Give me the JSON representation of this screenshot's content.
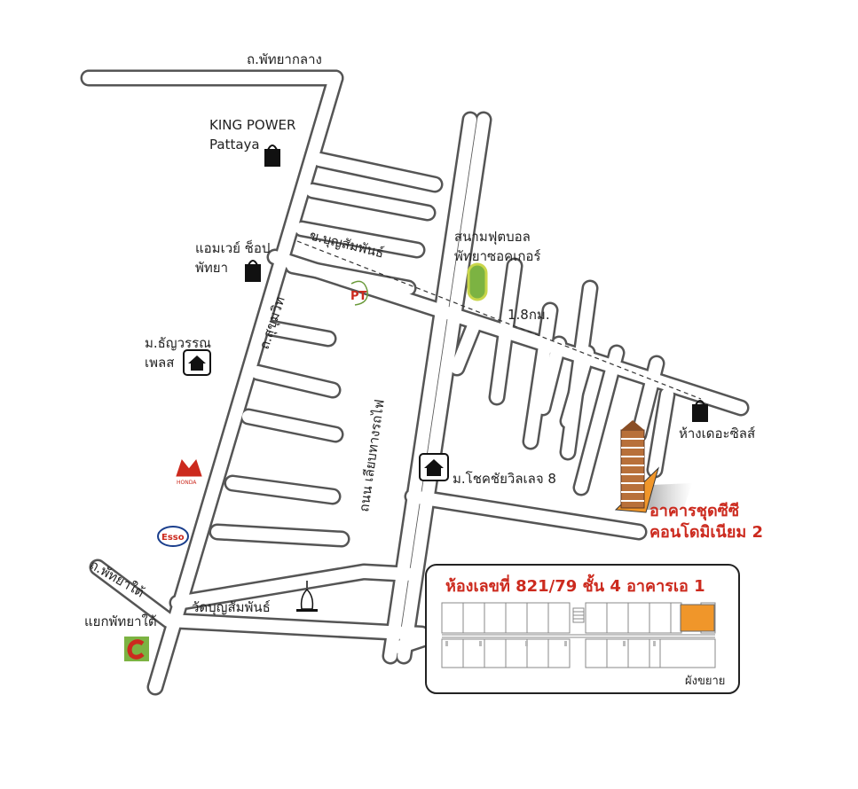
{
  "roads": {
    "pattaya_klang": "ถ.พัทยากลาง",
    "sukhumvit": "ถ.สุขุมวิท",
    "boonsamphan_soi": "ข.บุญสัมพันธ์",
    "railway": "ถนน เลียบทางรถไฟ",
    "pattaya_tai": "ถ.พัทยาใต้"
  },
  "landmarks": {
    "king_power_line1": "KING POWER",
    "king_power_line2": "Pattaya",
    "amway_line1": "แอมเวย์ ช็อป",
    "amway_line2": "พัทยา",
    "thanwarin_line1": "ม.ธัญวรรณ",
    "thanwarin_line2": "เพลส",
    "stadium_line1": "สนามฟุตบอล",
    "stadium_line2": "พัทยาซอคเกอร์",
    "distance": "1.8กม.",
    "the_sills": "ห้างเดอะซิลส์",
    "chokchai": "ม.โชคชัยวิลเลจ 8",
    "temple": "วัดบุญสัมพันธ์",
    "intersection": "แยกพัทยาใต้",
    "condo_line1": "อาคารชุดซีซี",
    "condo_line2": "คอนโดมิเนียม 2"
  },
  "logos": {
    "honda": "HONDA",
    "esso": "Esso",
    "pt": "PT"
  },
  "inset": {
    "title": "ห้องเลขที่ 821/79 ชั้น 4 อาคารเอ 1",
    "caption": "ผังขยาย"
  },
  "colors": {
    "road_outline": "#555555",
    "accent_red": "#cc2a1e",
    "highlight_orange": "#f0962a",
    "stadium_green": "#7cb342"
  }
}
